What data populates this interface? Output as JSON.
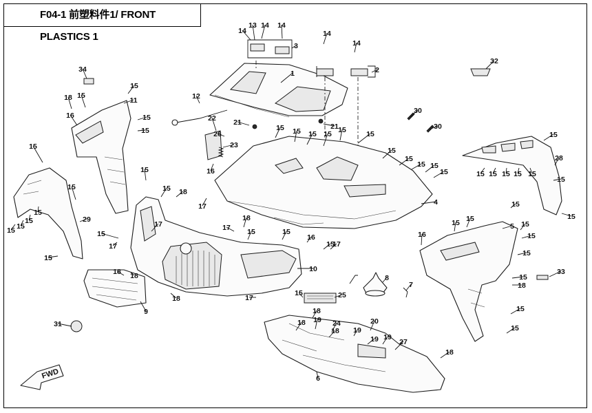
{
  "title": "F04-1 前塑料件1/ FRONT PLASTICS 1",
  "fwd_label": "FWD",
  "callouts": [
    "1",
    "2",
    "3",
    "4",
    "5",
    "6",
    "7",
    "8",
    "9",
    "10",
    "11",
    "12",
    "13",
    "14",
    "15",
    "16",
    "17",
    "18",
    "19",
    "20",
    "21",
    "22",
    "23",
    "24",
    "25",
    "26",
    "27",
    "28",
    "29",
    "30",
    "31",
    "32",
    "33",
    "34"
  ]
}
